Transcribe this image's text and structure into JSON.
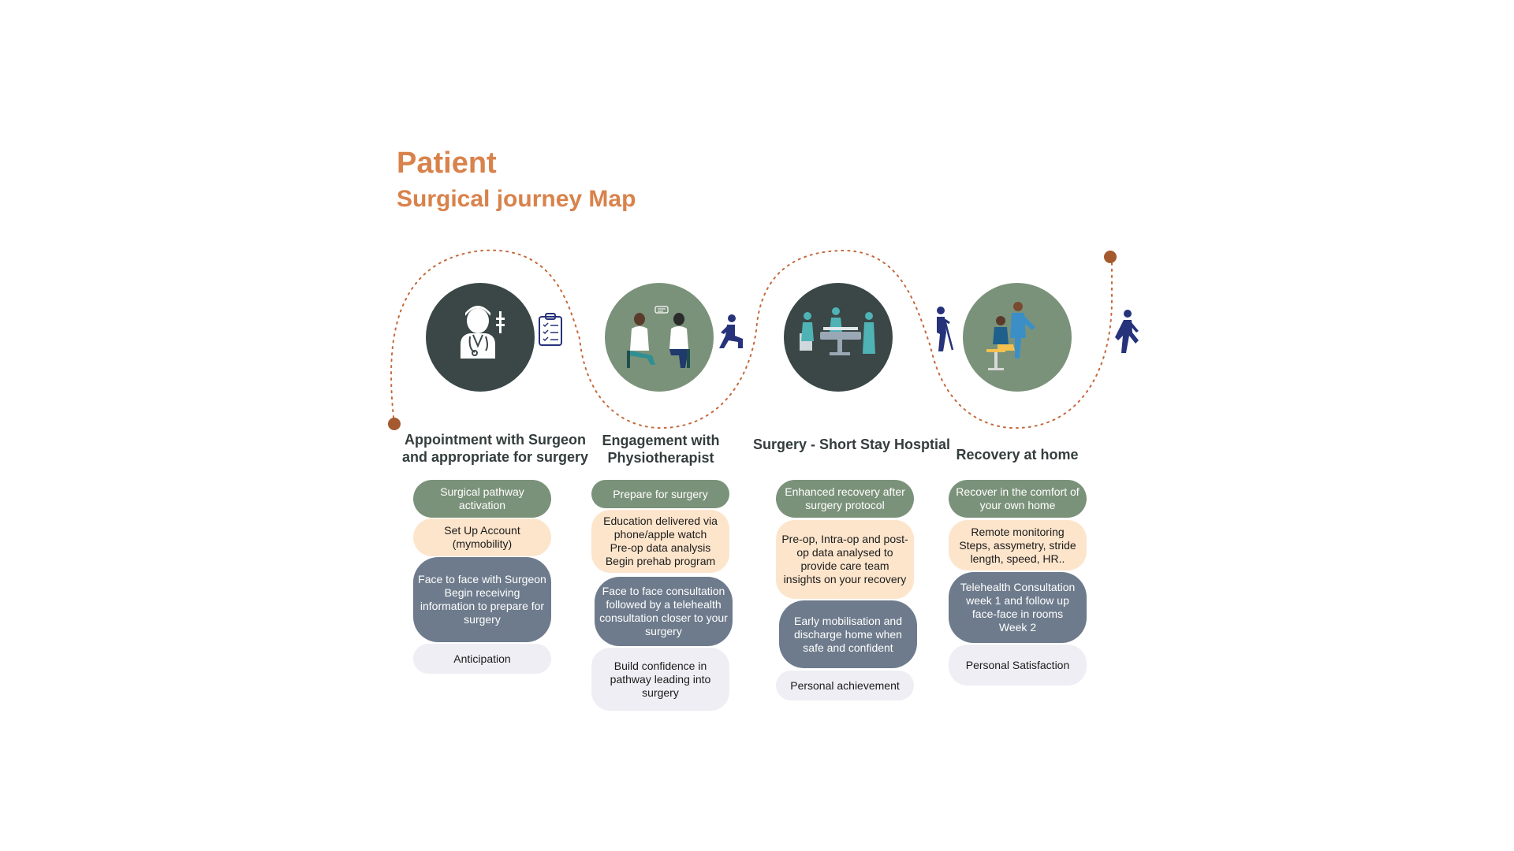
{
  "header": {
    "title": "Patient",
    "subtitle": "Surgical journey Map"
  },
  "colors": {
    "accent": "#d9824b",
    "dot": "#a45a2e",
    "dark_circle": "#3a4746",
    "green_circle": "#7b927a",
    "green_pill": "#7b927a",
    "peach_pill": "#fde5cc",
    "slate_pill": "#6e7b8c",
    "light_pill": "#efeef4",
    "figure_blue": "#26327a"
  },
  "stages": [
    {
      "icon": "doctor-icon",
      "side_icon": "clipboard-checklist-icon",
      "title": "Appointment with Surgeon and appropriate for surgery",
      "pills": [
        "Surgical pathway activation",
        "Set Up Account (mymobility)",
        "Face to face with Surgeon\nBegin receiving information to prepare for surgery",
        "Anticipation"
      ]
    },
    {
      "icon": "consultation-icon",
      "side_icon": "kneeling-person-icon",
      "title": "Engagement with Physiotherapist",
      "pills": [
        "Prepare for surgery",
        "Education delivered via phone/apple watch\nPre-op data analysis\nBegin prehab program",
        "Face to face consultation followed by a telehealth consultation closer to your surgery",
        "Build confidence in pathway leading into surgery"
      ]
    },
    {
      "icon": "operating-room-icon",
      "side_icon": "person-with-crutch-icon",
      "title": "Surgery - Short Stay Hosptial",
      "pills": [
        "Enhanced recovery after surgery protocol",
        "Pre-op, Intra-op and post-op data analysed to provide care team insights on your recovery",
        "Early mobilisation and discharge home when safe and confident",
        "Personal achievement"
      ]
    },
    {
      "icon": "physio-session-icon",
      "side_icon": "walking-person-icon",
      "title": "Recovery at home",
      "pills": [
        "Recover in the comfort of your own home",
        "Remote monitoring\nSteps, assymetry, stride length, speed, HR..",
        "Telehealth Consultation week 1 and follow up face-face in rooms\nWeek 2",
        "Personal Satisfaction"
      ]
    }
  ]
}
